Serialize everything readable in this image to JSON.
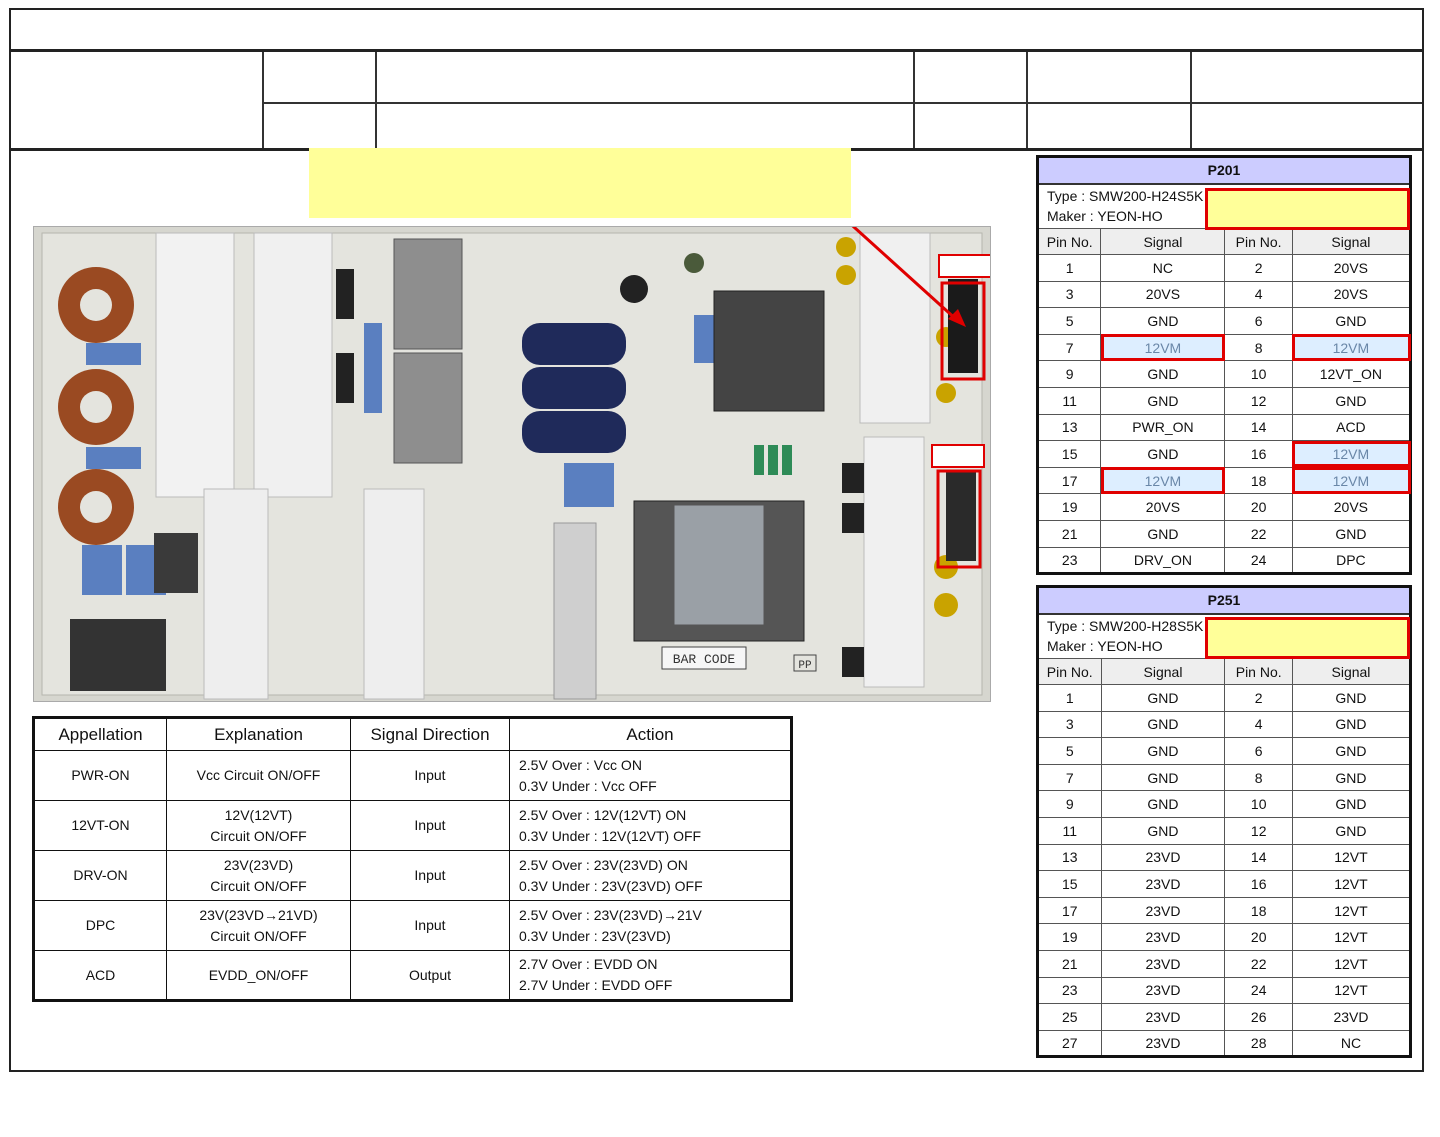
{
  "signal_table": {
    "headers": [
      "Appellation",
      "Explanation",
      "Signal Direction",
      "Action"
    ],
    "rows": [
      {
        "name": "PWR-ON",
        "explanation": [
          "Vcc Circuit ON/OFF"
        ],
        "direction": "Input",
        "action": [
          "2.5V Over : Vcc ON",
          "0.3V Under : Vcc OFF"
        ]
      },
      {
        "name": "12VT-ON",
        "explanation": [
          "12V(12VT)",
          "Circuit ON/OFF"
        ],
        "direction": "Input",
        "action": [
          "2.5V Over : 12V(12VT) ON",
          "0.3V Under : 12V(12VT) OFF"
        ]
      },
      {
        "name": "DRV-ON",
        "explanation": [
          "23V(23VD)",
          "Circuit ON/OFF"
        ],
        "direction": "Input",
        "action": [
          "2.5V Over : 23V(23VD) ON",
          "0.3V Under : 23V(23VD) OFF"
        ]
      },
      {
        "name": "DPC",
        "explanation": [
          "23V(23VD→21VD)",
          "Circuit ON/OFF"
        ],
        "direction": "Input",
        "action": [
          "2.5V Over : 23V(23VD)→21V",
          "0.3V Under : 23V(23VD)"
        ]
      },
      {
        "name": "ACD",
        "explanation": [
          "EVDD_ON/OFF"
        ],
        "direction": "Output",
        "action": [
          "2.7V Over : EVDD ON",
          "2.7V Under : EVDD OFF"
        ]
      }
    ]
  },
  "p201": {
    "name": "P201",
    "type": "Type : SMW200-H24S5K",
    "maker": "Maker : YEON-HO",
    "columns": [
      "Pin No.",
      "Signal",
      "Pin No.",
      "Signal"
    ],
    "rows": [
      [
        "1",
        "NC",
        "2",
        "20VS"
      ],
      [
        "3",
        "20VS",
        "4",
        "20VS"
      ],
      [
        "5",
        "GND",
        "6",
        "GND"
      ],
      [
        "7",
        "12VM",
        "8",
        "12VM"
      ],
      [
        "9",
        "GND",
        "10",
        "12VT_ON"
      ],
      [
        "11",
        "GND",
        "12",
        "GND"
      ],
      [
        "13",
        "PWR_ON",
        "14",
        "ACD"
      ],
      [
        "15",
        "GND",
        "16",
        "12VM"
      ],
      [
        "17",
        "12VM",
        "18",
        "12VM"
      ],
      [
        "19",
        "20VS",
        "20",
        "20VS"
      ],
      [
        "21",
        "GND",
        "22",
        "GND"
      ],
      [
        "23",
        "DRV_ON",
        "24",
        "DPC"
      ]
    ]
  },
  "p251": {
    "name": "P251",
    "type": "Type : SMW200-H28S5K",
    "maker": "Maker : YEON-HO",
    "columns": [
      "Pin No.",
      "Signal",
      "Pin No.",
      "Signal"
    ],
    "rows": [
      [
        "1",
        "GND",
        "2",
        "GND"
      ],
      [
        "3",
        "GND",
        "4",
        "GND"
      ],
      [
        "5",
        "GND",
        "6",
        "GND"
      ],
      [
        "7",
        "GND",
        "8",
        "GND"
      ],
      [
        "9",
        "GND",
        "10",
        "GND"
      ],
      [
        "11",
        "GND",
        "12",
        "GND"
      ],
      [
        "13",
        "23VD",
        "14",
        "12VT"
      ],
      [
        "15",
        "23VD",
        "16",
        "12VT"
      ],
      [
        "17",
        "23VD",
        "18",
        "12VT"
      ],
      [
        "19",
        "23VD",
        "20",
        "12VT"
      ],
      [
        "21",
        "23VD",
        "22",
        "12VT"
      ],
      [
        "23",
        "23VD",
        "24",
        "12VT"
      ],
      [
        "25",
        "23VD",
        "26",
        "23VD"
      ],
      [
        "27",
        "23VD",
        "28",
        "NC"
      ]
    ]
  },
  "pcb": {
    "label_bar_code": "BAR CODE",
    "label_pp": "PP",
    "highlight_color": "#e00000"
  }
}
